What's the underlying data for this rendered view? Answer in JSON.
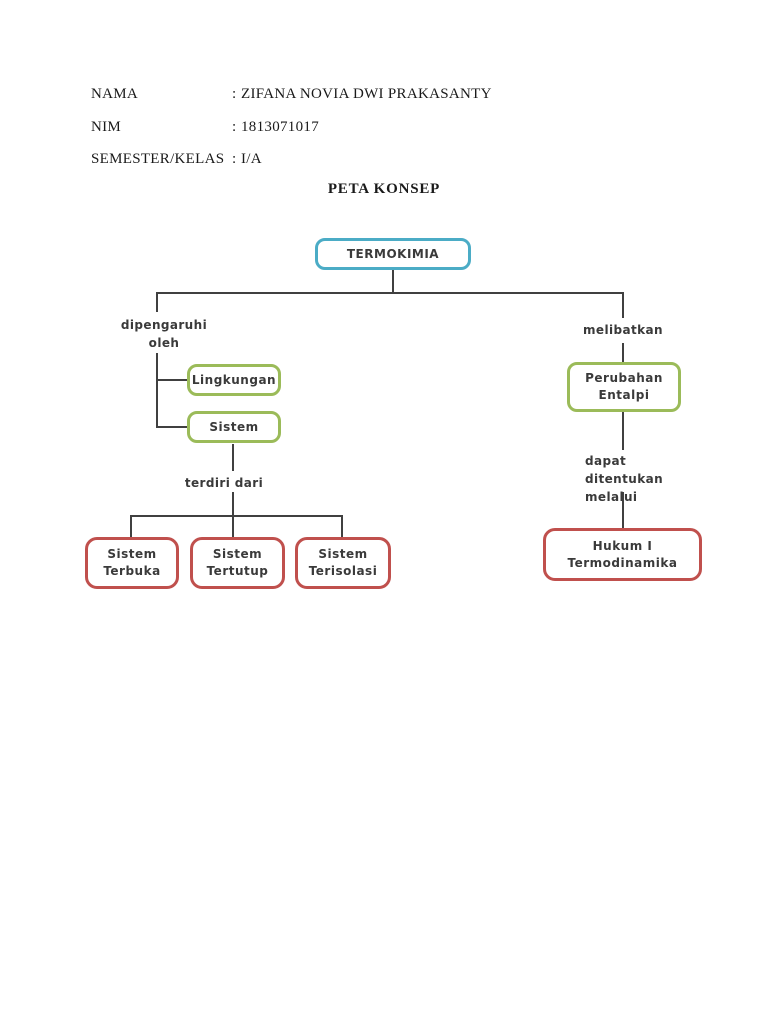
{
  "header": {
    "fields": [
      {
        "label": "NAMA",
        "colon": ":",
        "value": "ZIFANA NOVIA DWI PRAKASANTY"
      },
      {
        "label": "NIM",
        "colon": ":",
        "value": "1813071017"
      },
      {
        "label": "SEMESTER/KELAS",
        "colon": ":",
        "value": "I/A"
      }
    ],
    "title": "PETA KONSEP"
  },
  "concept_map": {
    "colors": {
      "root_border": "#4BACC6",
      "mid_border": "#9BBB59",
      "leaf_border": "#C0504D",
      "connector_line": "#404040",
      "node_text": "#3A3A3A"
    },
    "root": {
      "label": "TERMOKIMIA",
      "border_color": "#4BACC6"
    },
    "left_branch": {
      "edge_label_lines": [
        "dipengaruhi",
        "oleh"
      ],
      "nodes": [
        {
          "label_lines": [
            "Lingkungan"
          ],
          "border_color": "#9BBB59"
        },
        {
          "label_lines": [
            "Sistem"
          ],
          "border_color": "#9BBB59"
        }
      ],
      "sub_edge_label": "terdiri dari",
      "sub_nodes": [
        {
          "label_lines": [
            "Sistem",
            "Terbuka"
          ],
          "border_color": "#C0504D"
        },
        {
          "label_lines": [
            "Sistem",
            "Tertutup"
          ],
          "border_color": "#C0504D"
        },
        {
          "label_lines": [
            "Sistem",
            "Terisolasi"
          ],
          "border_color": "#C0504D"
        }
      ]
    },
    "right_branch": {
      "edge_label": "melibatkan",
      "node": {
        "label_lines": [
          "Perubahan",
          "Entalpi"
        ],
        "border_color": "#9BBB59"
      },
      "sub_edge_label_lines": [
        "dapat ditentukan",
        "melalui"
      ],
      "sub_node": {
        "label_lines": [
          "Hukum I",
          "Termodinamika"
        ],
        "border_color": "#C0504D"
      }
    }
  }
}
